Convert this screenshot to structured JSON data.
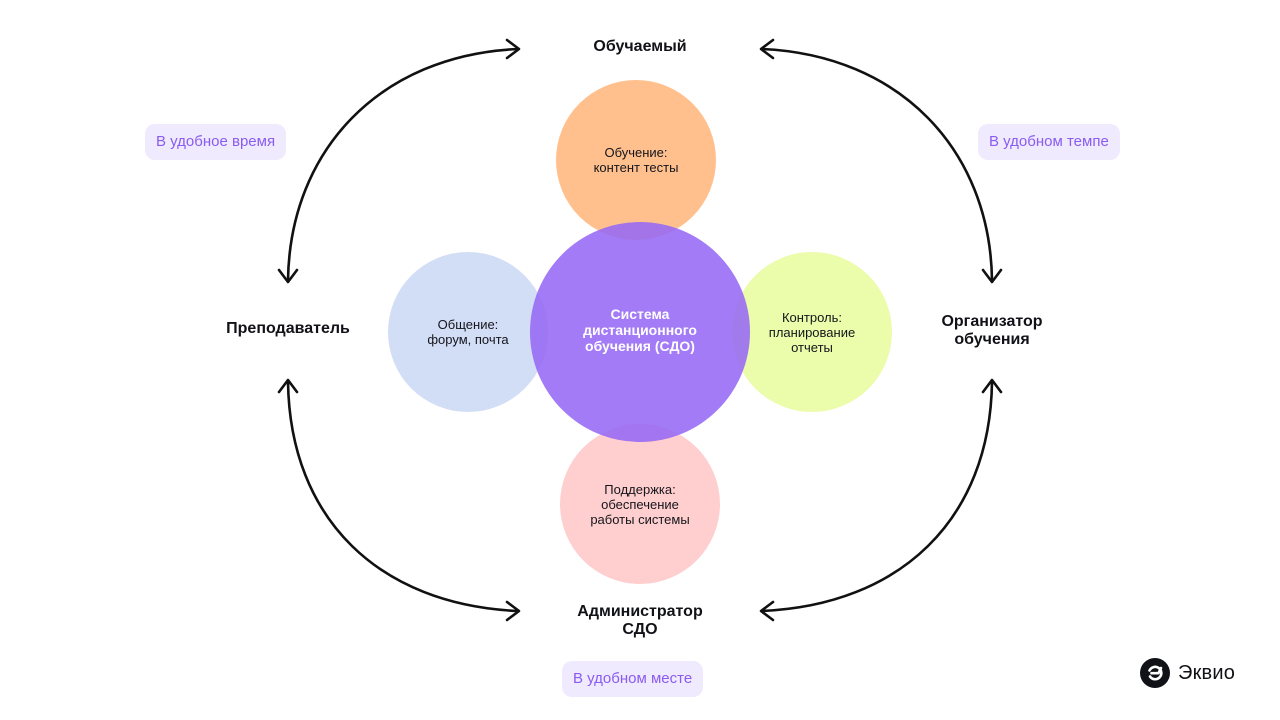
{
  "roles": {
    "top": "Обучаемый",
    "left": "Преподаватель",
    "right": "Организатор\nобучения",
    "bottom": "Администратор\nСДО"
  },
  "center": {
    "label": "Система\nдистанционного\nобучения (СДО)",
    "color": "#9669f5"
  },
  "functions": {
    "top": {
      "label": "Обучение:\nконтент тесты",
      "color": "#ffc08e"
    },
    "left": {
      "label": "Общение:\nфорум, почта",
      "color": "#d2ddf6"
    },
    "right": {
      "label": "Контроль:\nпланирование\nотчеты",
      "color": "#ebfcab"
    },
    "bottom": {
      "label": "Поддержка:\nобеспечение\nработы системы",
      "color": "#ffcfcf"
    }
  },
  "badges": {
    "top_left": "В удобное время",
    "top_right": "В удобном темпе",
    "bottom": "В удобном месте",
    "text_color": "#8a5cf0",
    "background": "#efeafd"
  },
  "connections": [
    {
      "from": "Преподаватель",
      "to": "Обучаемый",
      "type": "bidirectional-arrow"
    },
    {
      "from": "Обучаемый",
      "to": "Организатор обучения",
      "type": "bidirectional-arrow"
    },
    {
      "from": "Преподаватель",
      "to": "Администратор СДО",
      "type": "bidirectional-arrow"
    },
    {
      "from": "Организатор обучения",
      "to": "Администратор СДО",
      "type": "bidirectional-arrow"
    }
  ],
  "brand": {
    "icon": "ekvio-logo-icon",
    "name": "Эквио"
  }
}
